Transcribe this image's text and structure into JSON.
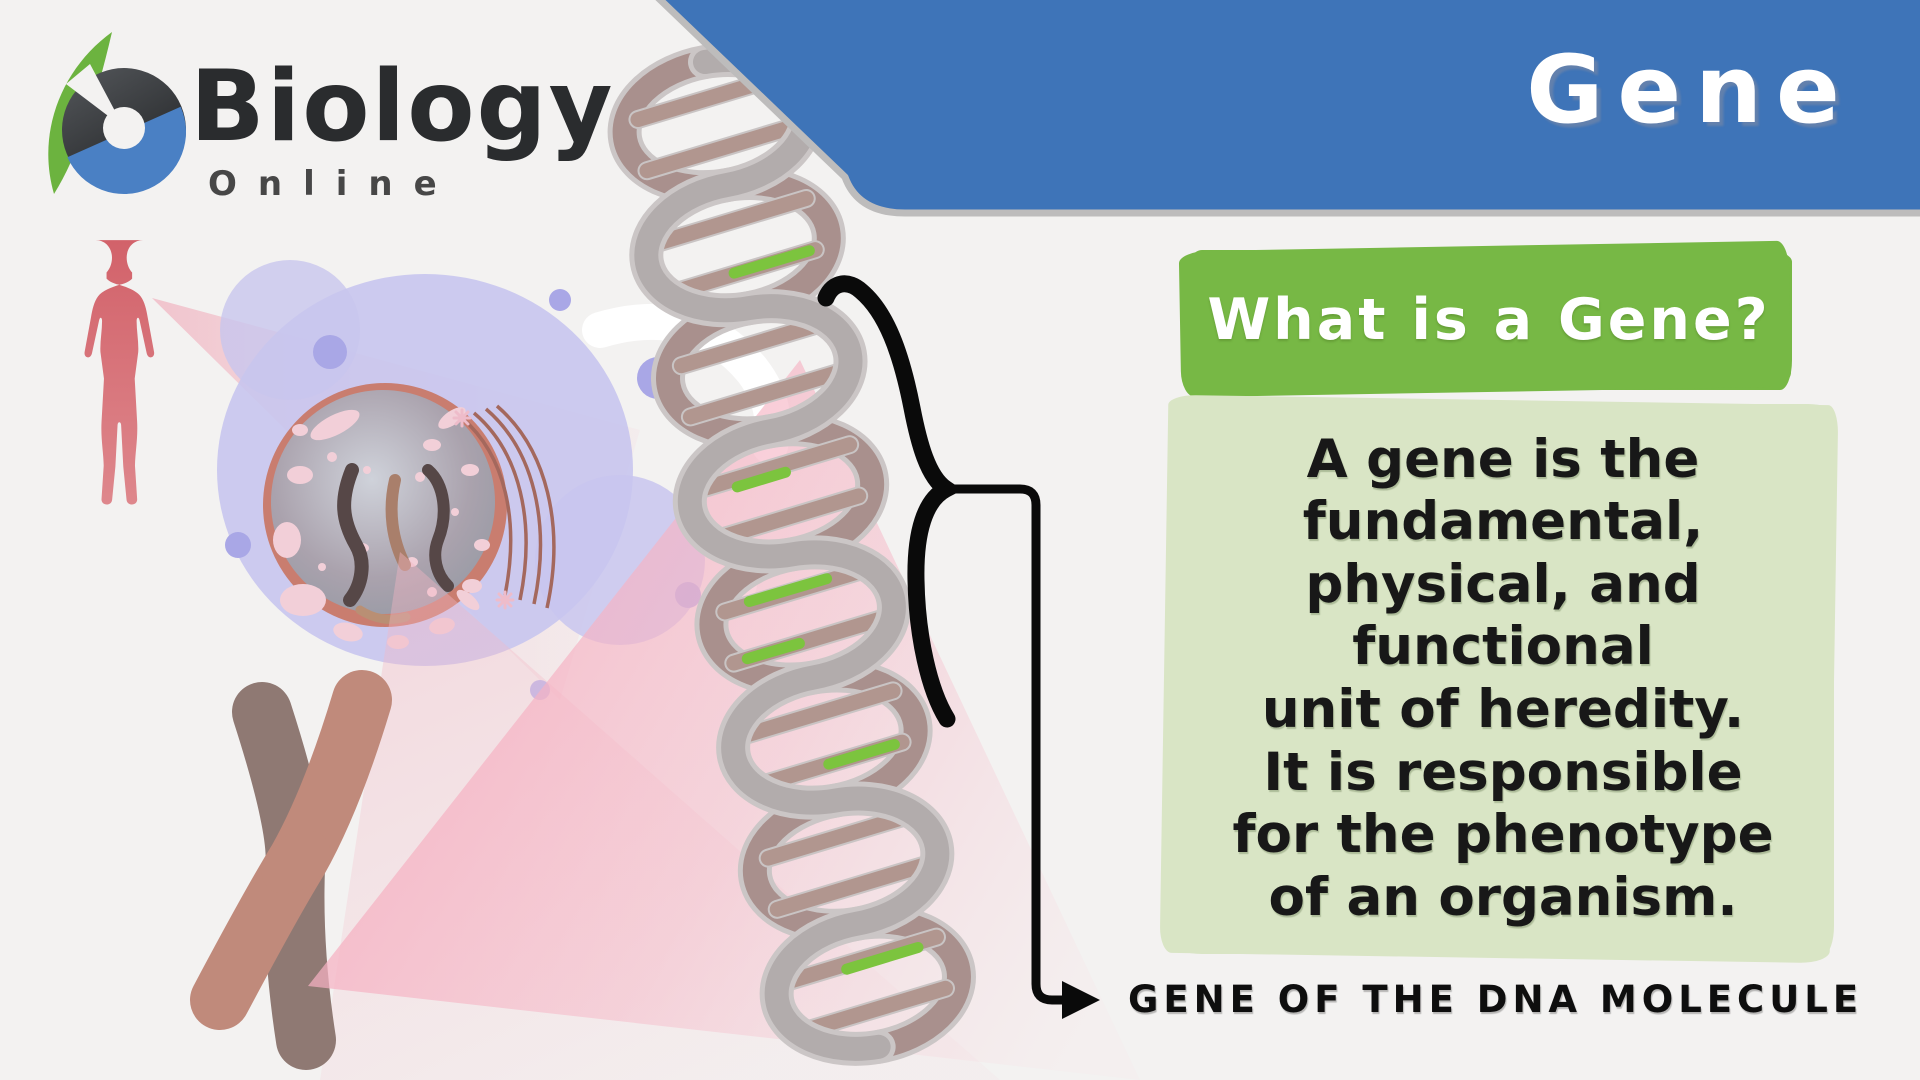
{
  "logo": {
    "brand": "Biology",
    "subtitle": "Online"
  },
  "banner": {
    "title": "Gene",
    "color": "#3E74B8",
    "border_color": "#BDBCBC"
  },
  "question_box": {
    "title": "What is a Gene?",
    "color": "#77B845",
    "text_color": "#FFFFFF"
  },
  "definition_box": {
    "text": "A gene is the\nfundamental,\nphysical, and\nfunctional\nunit of heredity.\nIt is responsible\nfor the phenotype\nof an organism.",
    "color": "#D9E5C5",
    "text_color": "#181818"
  },
  "caption": {
    "text": "GENE OF THE DNA MOLECULE"
  },
  "illustration": {
    "icons": [
      "human-figure-icon",
      "cell-icon",
      "nucleus-icon",
      "chromosome-icon",
      "dna-helix-icon",
      "curly-brace-icon",
      "connector-arrow-icon",
      "biology-online-logo-icon",
      "zoom-beam"
    ],
    "colors": {
      "background": "#F3F2F1",
      "human": "#D5696E",
      "beam_pink": "#F2AFBE",
      "cell_body": "#C8C5EE",
      "cell_dots": "#A9A7E6",
      "nucleus_rim": "#C97D6F",
      "nucleus_fill": "#A39AA5",
      "chromatin_dark": "#564747",
      "chromosome_arm_gray": "#8F7973",
      "chromosome_arm_rose": "#C08A7B",
      "dna_strand_gray": "#B2ACAC",
      "dna_strand_mauve": "#A9908D",
      "dna_rung": "#B1968F",
      "dna_gene_green": "#7CC43E",
      "logo_leaf_green": "#6CB33F",
      "logo_blue": "#4A80C4",
      "logo_dark": "#2F3235"
    }
  }
}
